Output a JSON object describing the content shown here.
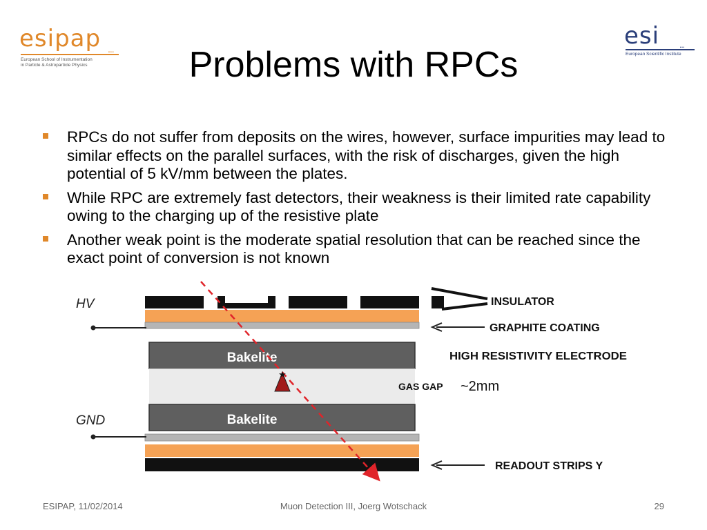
{
  "logos": {
    "left": {
      "wordmark": "esipap",
      "dots": "...",
      "line1": "European School of Instrumentation",
      "line2": "in Particle & Astroparticle Physics"
    },
    "right": {
      "wordmark": "esi",
      "dots": "...",
      "line1": "European Scientific Institute"
    }
  },
  "title": "Problems with RPCs",
  "bullets": [
    "RPCs do not suffer from deposits on the wires, however, surface impurities may lead to similar effects on the parallel surfaces, with the risk of discharges, given the high potential of 5 kV/mm between the plates.",
    "While RPC are extremely fast detectors, their weakness is their limited rate capability owing to the charging up of the resistive plate",
    "Another weak point is the moderate spatial resolution that can be reached since the exact point of conversion is not known"
  ],
  "diagram": {
    "hv_label": "HV",
    "gnd_label": "GND",
    "bakelite_top": "Bakelite",
    "bakelite_bottom": "Bakelite",
    "gas_gap_label": "GAS GAP",
    "gap_size": "~2mm",
    "insulator_label": "INSULATOR",
    "graphite_label": "GRAPHITE COATING",
    "electrode_label": "HIGH RESISTIVITY ELECTRODE",
    "readout_label": "READOUT STRIPS Y",
    "colors": {
      "orange": "#f5a255",
      "bakelite": "#5f5f5f",
      "gap": "#ebebeb",
      "graphite": "#b5b5b5",
      "track": "#e0242a",
      "avalanche": "#a11a1a"
    }
  },
  "footer": {
    "left": "ESIPAP, 11/02/2014",
    "center": "Muon Detection III, Joerg Wotschack",
    "page": "29"
  },
  "theme": {
    "bullet_color": "#e0882a"
  }
}
